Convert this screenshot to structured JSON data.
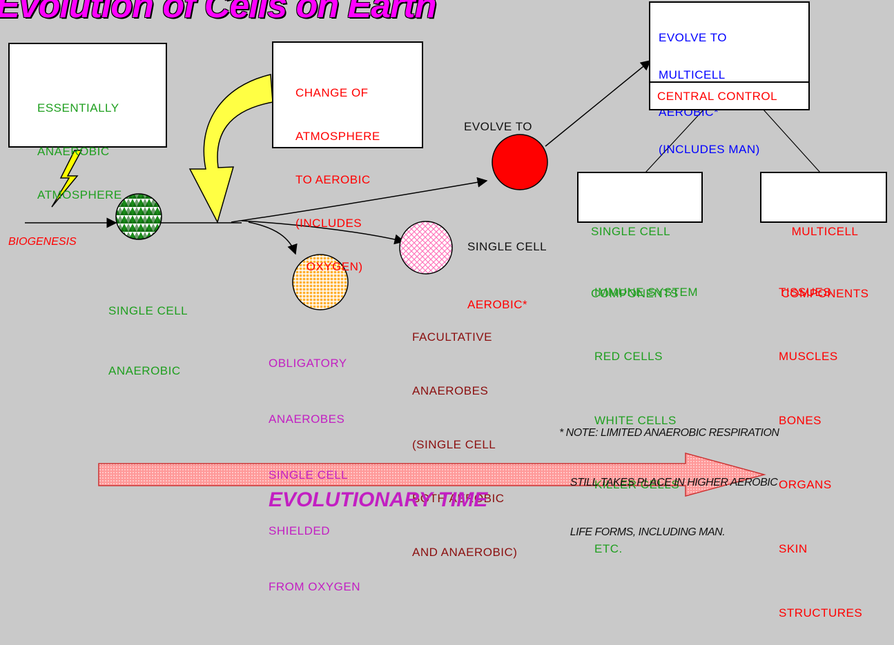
{
  "title": "Evolution of Cells on Earth",
  "boxes": {
    "anaerobic_atmosphere": [
      "ESSENTIALLY",
      "ANAEROBIC",
      "ATMOSPHERE"
    ],
    "change_atmosphere": [
      "CHANGE OF",
      "ATMOSPHERE",
      "TO AEROBIC",
      "(INCLUDES",
      "   OXYGEN)"
    ],
    "evolve_multicell": [
      "EVOLVE TO",
      "MULTICELL",
      "AEROBIC*",
      "(INCLUDES MAN)"
    ],
    "central_control": "CENTRAL CONTROL",
    "single_cell_components": [
      "SINGLE CELL",
      "COMPONENTS"
    ],
    "multicell_components": [
      "MULTICELL",
      "COMPONENTS"
    ]
  },
  "labels": {
    "biogenesis": "BIOGENESIS",
    "single_cell_anaerobic": [
      "SINGLE CELL",
      "ANAEROBIC"
    ],
    "evolve_to": "EVOLVE TO",
    "single_cell_aerobic": [
      "SINGLE CELL",
      "AEROBIC*"
    ],
    "obligatory": [
      "OBLIGATORY",
      "ANAEROBES",
      "SINGLE CELL",
      "SHIELDED",
      "FROM OXYGEN"
    ],
    "facultative": [
      "FACULTATIVE",
      "ANAEROBES",
      "(SINGLE CELL",
      "BOTH AEROBIC",
      "AND ANAEROBIC)"
    ],
    "single_components_list": [
      "IMMUNE SYSTEM",
      "RED CELLS",
      "WHITE CELLS",
      "KILLER CELLS",
      "ETC."
    ],
    "multi_components_list": [
      "TISSUES",
      "MUSCLES",
      "BONES",
      "ORGANS",
      "SKIN",
      "STRUCTURES"
    ],
    "note": [
      "* NOTE: LIMITED ANAEROBIC RESPIRATION",
      "    STILL TAKES PLACE IN HIGHER AEROBIC",
      "    LIFE FORMS, INCLUDING MAN."
    ],
    "evolutionary_time": "EVOLUTIONARY TIME"
  },
  "colors": {
    "background": "#c9c9c9",
    "title": "#ff00ff",
    "lightning": "#ffff00",
    "big_arrow": "#ffff44",
    "anaerobic_cell": "#1a8c1a",
    "aerobic_cell": "#ff0000",
    "obligatory_cell": "#ffb030",
    "facultative_cell": "#ff88cc",
    "time_arrow": "#ff9999"
  },
  "icons": {
    "lightning": "lightning-bolt-icon",
    "yellow_arrow": "curved-down-arrow-icon"
  }
}
